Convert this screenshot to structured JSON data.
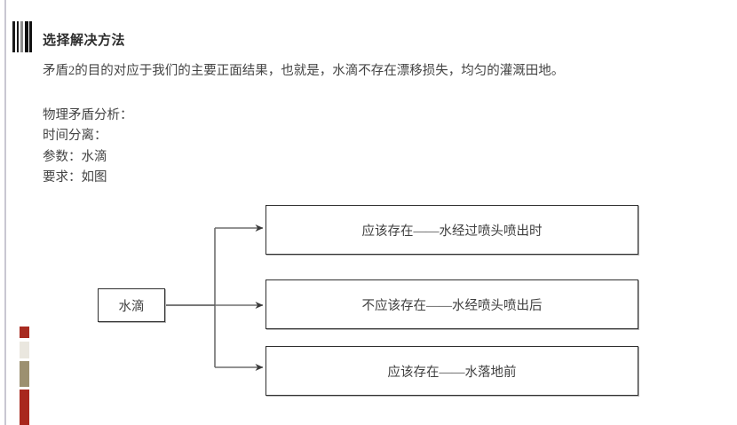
{
  "document": {
    "title": "选择解决方法",
    "paragraph": "矛盾2的目的对应于我们的主要正面结果，也就是，水滴不存在漂移损失，均匀的灌溉田地。",
    "lines": [
      "物理矛盾分析：",
      "时间分离：",
      "参数：水滴",
      "要求：如图"
    ]
  },
  "diagram": {
    "type": "branch-flow",
    "source": {
      "label": "水滴"
    },
    "branches": [
      {
        "label": "应该存在——水经过喷头喷出时"
      },
      {
        "label": "不应该存在——水经喷头喷出后"
      },
      {
        "label": "应该存在——水落地前"
      }
    ],
    "connector_color": "#555555",
    "box_border_color": "#2f2f2f",
    "box_shadow_color": "#b6b6b6"
  },
  "decorations": {
    "left_rule_color": "#c9c7d2",
    "bars": [
      {
        "color": "#1a1a1a",
        "width": 3
      },
      {
        "color": "#ffffff",
        "width": 2
      },
      {
        "color": "#1a1a1a",
        "width": 2
      },
      {
        "color": "#ffffff",
        "width": 2
      },
      {
        "color": "#8c8c8c",
        "width": 3
      },
      {
        "color": "#ffffff",
        "width": 2
      },
      {
        "color": "#0d0d0d",
        "width": 4
      },
      {
        "color": "#ffffff",
        "width": 1
      },
      {
        "color": "#111111",
        "width": 3
      }
    ],
    "strip": [
      {
        "color": "#a82b20",
        "height": 13
      },
      {
        "color": "#ffffff",
        "height": 4
      },
      {
        "color": "#eae7df",
        "height": 19
      },
      {
        "color": "#ffffff",
        "height": 3
      },
      {
        "color": "#9c9070",
        "height": 29
      },
      {
        "color": "#ffffff",
        "height": 3
      },
      {
        "color": "#a8271d",
        "height": 40
      }
    ]
  }
}
